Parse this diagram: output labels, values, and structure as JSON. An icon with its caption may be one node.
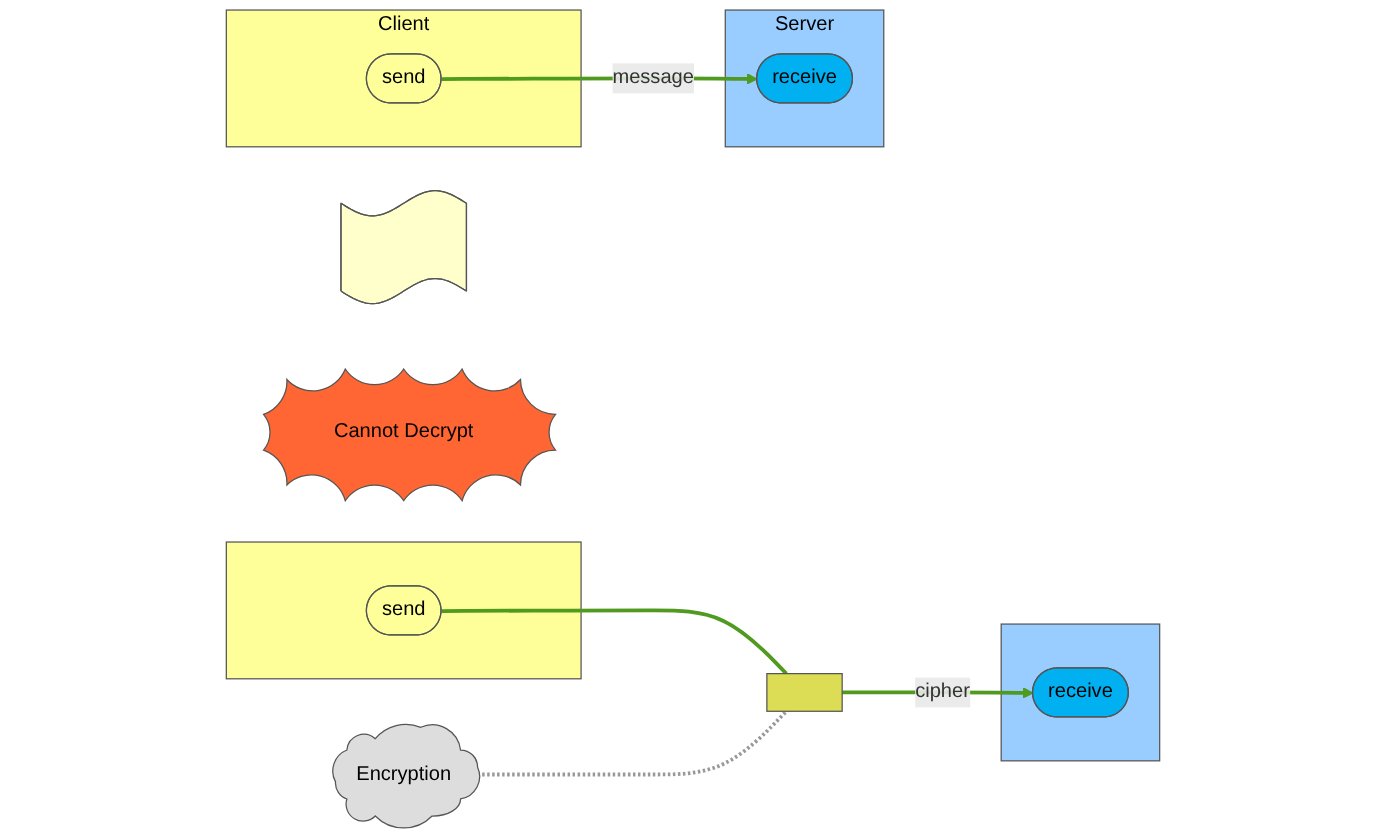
{
  "diagram": {
    "nodes": [
      {
        "text": [
          "Client"
        ]
      },
      {
        "text": [
          "send"
        ],
        "in": 0
      },
      {
        "text": [
          "Server"
        ]
      },
      {
        "text": [
          "receive"
        ],
        "in": 2
      },
      {
        "text": [],
        "shape": "arrow"
      },
      {
        "text": [
          "Encryption"
        ]
      },
      {
        "text": [],
        "shape": "box"
      },
      {
        "text": [
          "send"
        ],
        "in": 6
      },
      {
        "text": [],
        "shape": "bar"
      },
      {
        "text": [
          "Cannot Decrypt"
        ]
      },
      {
        "text": [],
        "shape": "box"
      },
      {
        "text": [
          "receive"
        ],
        "in": 10
      }
    ],
    "edges": [
      {
        "from": 1,
        "to": 3,
        "arrow": "to",
        "label": "message"
      },
      {
        "from": 7,
        "to": 8,
        "arrow": "none"
      },
      {
        "from": 8,
        "to": 11,
        "arrow": "to",
        "label": "cipher"
      },
      {
        "from": 5,
        "to": 8,
        "arrow": "none",
        "style": "dashed",
        "color": "#999999"
      }
    ]
  }
}
